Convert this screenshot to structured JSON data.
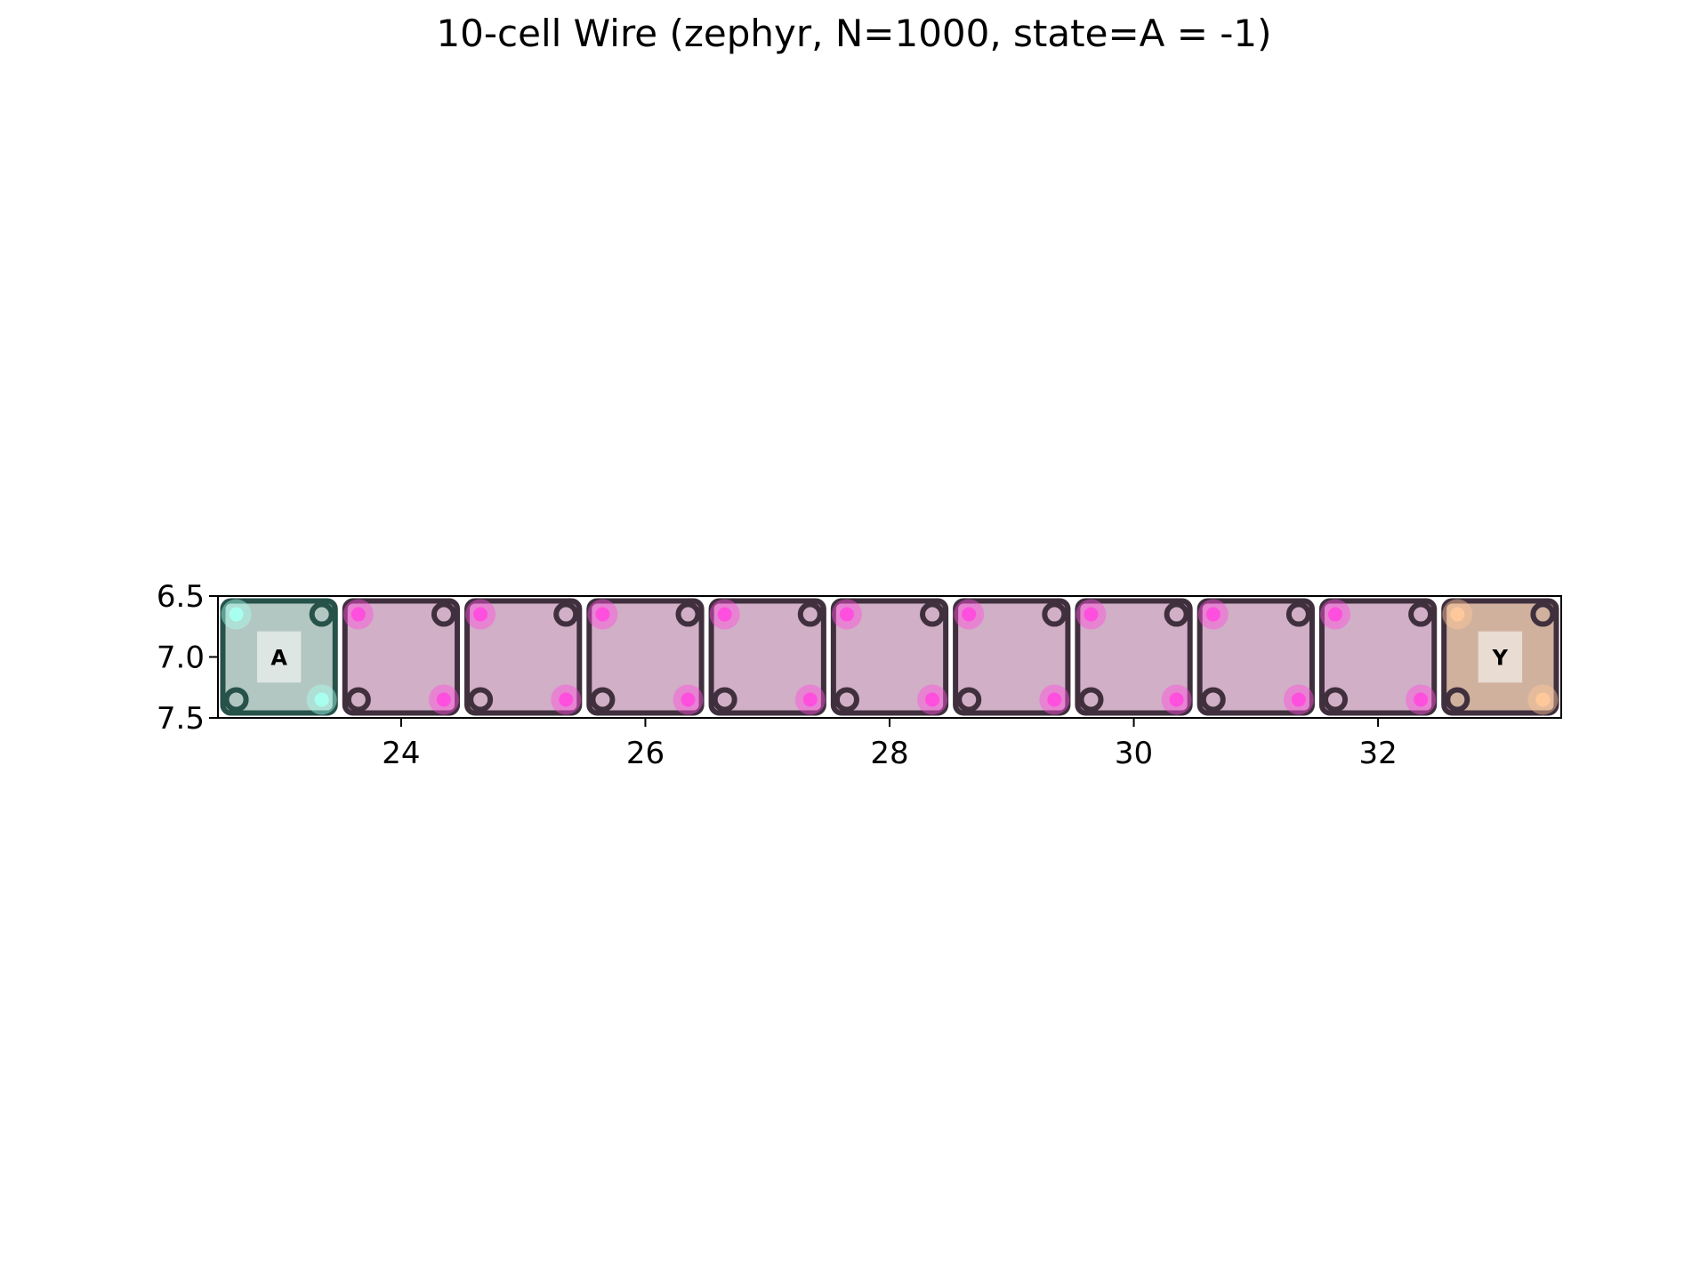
{
  "chart_data": {
    "type": "scatter",
    "title": "10-cell Wire (zephyr, N=1000, state=A = -1)",
    "xlabel": "",
    "ylabel": "",
    "xlim": [
      22.5,
      33.5
    ],
    "ylim": [
      7.5,
      6.5
    ],
    "y_inverted": true,
    "x_ticks": [
      24,
      26,
      28,
      30,
      32
    ],
    "x_tick_labels": [
      "24",
      "26",
      "28",
      "30",
      "32"
    ],
    "y_ticks": [
      6.5,
      7.0,
      7.5
    ],
    "y_tick_labels": [
      "6.5",
      "7.0",
      "7.5"
    ],
    "grid": false,
    "cells": [
      {
        "x": 23,
        "y": 7,
        "role": "input",
        "label": "A",
        "polarization": -1,
        "fill": "#b3c7c2",
        "border": "#26524a",
        "active_dot": "#a8fff0",
        "dots": [
          {
            "dx": -0.35,
            "dy": -0.35,
            "on": true
          },
          {
            "dx": 0.35,
            "dy": -0.35,
            "on": false
          },
          {
            "dx": -0.35,
            "dy": 0.35,
            "on": false
          },
          {
            "dx": 0.35,
            "dy": 0.35,
            "on": true
          }
        ]
      },
      {
        "x": 24,
        "y": 7,
        "role": "normal",
        "label": "",
        "polarization": 1,
        "fill": "#d1afc7",
        "border": "#40303e",
        "active_dot": "#ff4fde",
        "dots": [
          {
            "dx": -0.35,
            "dy": -0.35,
            "on": true
          },
          {
            "dx": 0.35,
            "dy": -0.35,
            "on": false
          },
          {
            "dx": -0.35,
            "dy": 0.35,
            "on": false
          },
          {
            "dx": 0.35,
            "dy": 0.35,
            "on": true
          }
        ]
      },
      {
        "x": 25,
        "y": 7,
        "role": "normal",
        "label": "",
        "polarization": 1,
        "fill": "#d1afc7",
        "border": "#40303e",
        "active_dot": "#ff4fde",
        "dots": [
          {
            "dx": -0.35,
            "dy": -0.35,
            "on": true
          },
          {
            "dx": 0.35,
            "dy": -0.35,
            "on": false
          },
          {
            "dx": -0.35,
            "dy": 0.35,
            "on": false
          },
          {
            "dx": 0.35,
            "dy": 0.35,
            "on": true
          }
        ]
      },
      {
        "x": 26,
        "y": 7,
        "role": "normal",
        "label": "",
        "polarization": 1,
        "fill": "#d1afc7",
        "border": "#40303e",
        "active_dot": "#ff4fde",
        "dots": [
          {
            "dx": -0.35,
            "dy": -0.35,
            "on": true
          },
          {
            "dx": 0.35,
            "dy": -0.35,
            "on": false
          },
          {
            "dx": -0.35,
            "dy": 0.35,
            "on": false
          },
          {
            "dx": 0.35,
            "dy": 0.35,
            "on": true
          }
        ]
      },
      {
        "x": 27,
        "y": 7,
        "role": "normal",
        "label": "",
        "polarization": 1,
        "fill": "#d1afc7",
        "border": "#40303e",
        "active_dot": "#ff4fde",
        "dots": [
          {
            "dx": -0.35,
            "dy": -0.35,
            "on": true
          },
          {
            "dx": 0.35,
            "dy": -0.35,
            "on": false
          },
          {
            "dx": -0.35,
            "dy": 0.35,
            "on": false
          },
          {
            "dx": 0.35,
            "dy": 0.35,
            "on": true
          }
        ]
      },
      {
        "x": 28,
        "y": 7,
        "role": "normal",
        "label": "",
        "polarization": 1,
        "fill": "#d1afc7",
        "border": "#40303e",
        "active_dot": "#ff4fde",
        "dots": [
          {
            "dx": -0.35,
            "dy": -0.35,
            "on": true
          },
          {
            "dx": 0.35,
            "dy": -0.35,
            "on": false
          },
          {
            "dx": -0.35,
            "dy": 0.35,
            "on": false
          },
          {
            "dx": 0.35,
            "dy": 0.35,
            "on": true
          }
        ]
      },
      {
        "x": 29,
        "y": 7,
        "role": "normal",
        "label": "",
        "polarization": 1,
        "fill": "#d1afc7",
        "border": "#40303e",
        "active_dot": "#ff4fde",
        "dots": [
          {
            "dx": -0.35,
            "dy": -0.35,
            "on": true
          },
          {
            "dx": 0.35,
            "dy": -0.35,
            "on": false
          },
          {
            "dx": -0.35,
            "dy": 0.35,
            "on": false
          },
          {
            "dx": 0.35,
            "dy": 0.35,
            "on": true
          }
        ]
      },
      {
        "x": 30,
        "y": 7,
        "role": "normal",
        "label": "",
        "polarization": 1,
        "fill": "#d1afc7",
        "border": "#40303e",
        "active_dot": "#ff4fde",
        "dots": [
          {
            "dx": -0.35,
            "dy": -0.35,
            "on": true
          },
          {
            "dx": 0.35,
            "dy": -0.35,
            "on": false
          },
          {
            "dx": -0.35,
            "dy": 0.35,
            "on": false
          },
          {
            "dx": 0.35,
            "dy": 0.35,
            "on": true
          }
        ]
      },
      {
        "x": 31,
        "y": 7,
        "role": "normal",
        "label": "",
        "polarization": 1,
        "fill": "#d1afc7",
        "border": "#40303e",
        "active_dot": "#ff4fde",
        "dots": [
          {
            "dx": -0.35,
            "dy": -0.35,
            "on": true
          },
          {
            "dx": 0.35,
            "dy": -0.35,
            "on": false
          },
          {
            "dx": -0.35,
            "dy": 0.35,
            "on": false
          },
          {
            "dx": 0.35,
            "dy": 0.35,
            "on": true
          }
        ]
      },
      {
        "x": 32,
        "y": 7,
        "role": "normal",
        "label": "",
        "polarization": 1,
        "fill": "#d1afc7",
        "border": "#40303e",
        "active_dot": "#ff4fde",
        "dots": [
          {
            "dx": -0.35,
            "dy": -0.35,
            "on": true
          },
          {
            "dx": 0.35,
            "dy": -0.35,
            "on": false
          },
          {
            "dx": -0.35,
            "dy": 0.35,
            "on": false
          },
          {
            "dx": 0.35,
            "dy": 0.35,
            "on": true
          }
        ]
      },
      {
        "x": 33,
        "y": 7,
        "role": "output",
        "label": "Y",
        "polarization": -1,
        "fill": "#cfb19e",
        "border": "#40303e",
        "active_dot": "#ffc89a",
        "dots": [
          {
            "dx": -0.35,
            "dy": -0.35,
            "on": true
          },
          {
            "dx": 0.35,
            "dy": -0.35,
            "on": false
          },
          {
            "dx": -0.35,
            "dy": 0.35,
            "on": false
          },
          {
            "dx": 0.35,
            "dy": 0.35,
            "on": true
          }
        ]
      }
    ]
  }
}
